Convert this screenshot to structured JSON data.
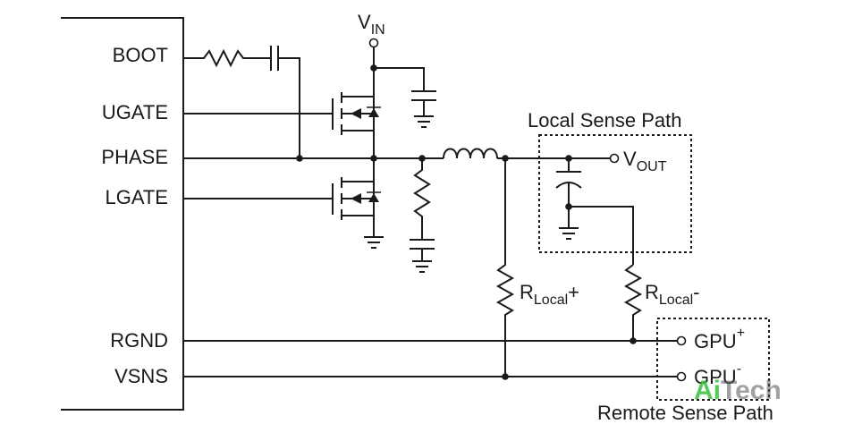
{
  "pins": {
    "boot": "BOOT",
    "ugate": "UGATE",
    "phase": "PHASE",
    "lgate": "LGATE",
    "rgnd": "RGND",
    "vsns": "VSNS"
  },
  "vin": {
    "main": "V",
    "sub": "IN"
  },
  "vout": {
    "main": "V",
    "sub": "OUT"
  },
  "local_sense_label": "Local Sense Path",
  "remote_sense_label": "Remote Sense Path",
  "r_local_pos": {
    "main": "R",
    "sub": "Local",
    "suffix": "+"
  },
  "r_local_neg": {
    "main": "R",
    "sub": "Local",
    "suffix": "-"
  },
  "gpu_pos": {
    "main": "GPU",
    "sup": "+"
  },
  "gpu_neg": {
    "main": "GPU",
    "sup": "-"
  },
  "watermark": {
    "part1": "Ai",
    "part2": "Tech"
  }
}
